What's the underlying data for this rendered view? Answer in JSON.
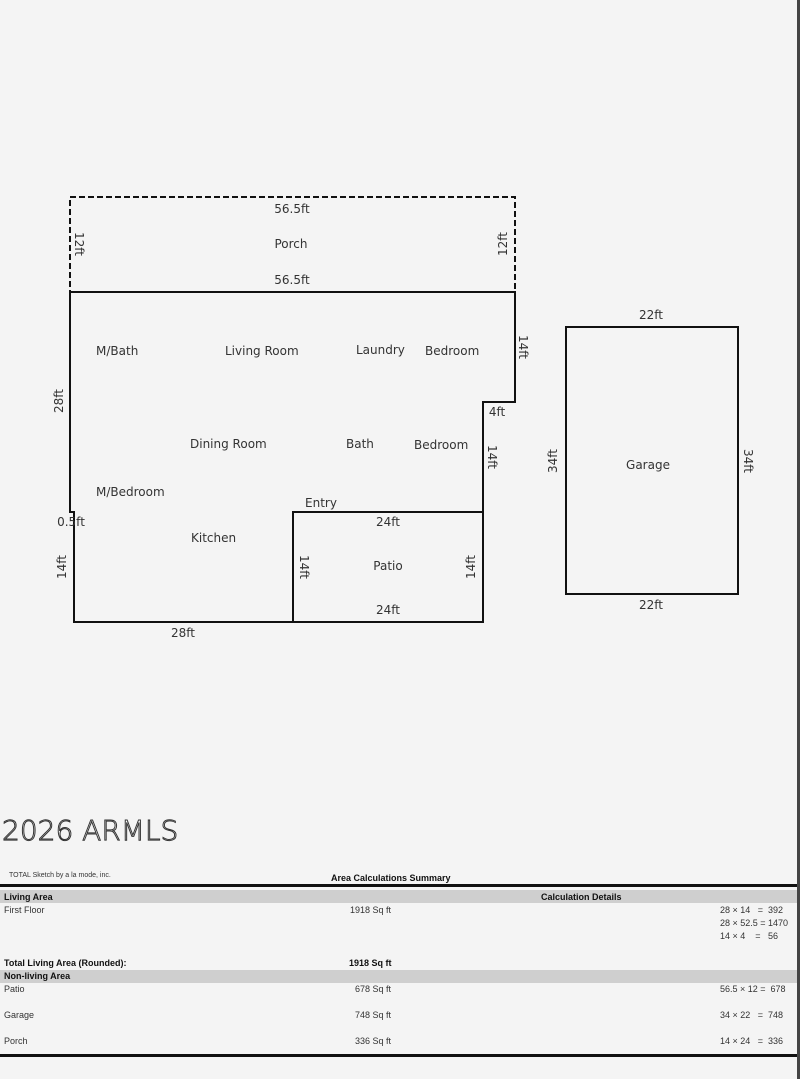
{
  "plan": {
    "porch": {
      "label": "Porch",
      "top": "56.5ft",
      "bottom": "56.5ft",
      "left": "12ft",
      "right": "12ft"
    },
    "rooms": [
      "M/Bath",
      "Living Room",
      "Laundry",
      "Bedroom",
      "Dining Room",
      "Bath",
      "Bedroom",
      "M/Bedroom",
      "Entry",
      "Kitchen"
    ],
    "dims": {
      "left_upper": "28ft",
      "right_upper": "14ft",
      "step": "4ft",
      "right_mid": "14ft",
      "notch": "0.5ft",
      "left_lower": "14ft",
      "bottom": "28ft"
    },
    "patio": {
      "label": "Patio",
      "top": "24ft",
      "bottom": "24ft",
      "left": "14ft",
      "right": "14ft"
    },
    "garage": {
      "label": "Garage",
      "top": "22ft",
      "bottom": "22ft",
      "left": "34ft",
      "right": "34ft"
    }
  },
  "summary": {
    "credit": "TOTAL Sketch by a la mode, inc.",
    "title": "Area Calculations Summary",
    "living_header": "Living Area",
    "calc_header": "Calculation Details",
    "first_floor": {
      "name": "First Floor",
      "area": "1918 Sq ft",
      "calcs": [
        "28 × 14   =  392",
        "28 × 52.5 = 1470",
        "14 × 4    =   56"
      ]
    },
    "total_label": "Total Living Area (Rounded):",
    "total_value": "1918 Sq ft",
    "nonliving_header": "Non-living Area",
    "nonliving": [
      {
        "name": "Patio",
        "area": "678 Sq ft",
        "calc": "56.5 × 12 =  678"
      },
      {
        "name": "Garage",
        "area": "748 Sq ft",
        "calc": "34 × 22   =  748"
      },
      {
        "name": "Porch",
        "area": "336 Sq ft",
        "calc": "14 × 24   =  336"
      }
    ]
  },
  "watermark": "2026 ARMLS"
}
